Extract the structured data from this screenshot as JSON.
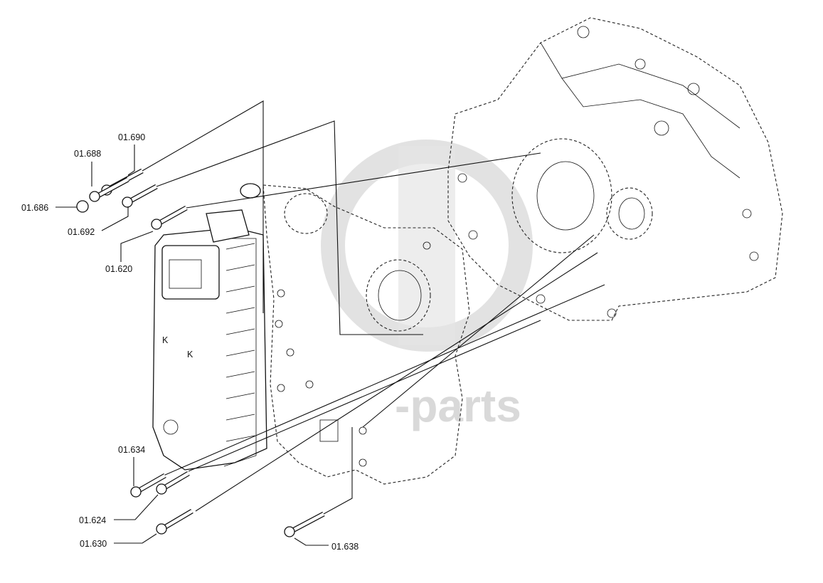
{
  "watermark": {
    "text": "-parts"
  },
  "callouts": [
    {
      "id": "c1",
      "label": "01.690"
    },
    {
      "id": "c2",
      "label": "01.688"
    },
    {
      "id": "c3",
      "label": "01.686"
    },
    {
      "id": "c4",
      "label": "01.692"
    },
    {
      "id": "c5",
      "label": "01.620"
    },
    {
      "id": "c6",
      "label": "01.634"
    },
    {
      "id": "c7",
      "label": "01.624"
    },
    {
      "id": "c8",
      "label": "01.630"
    },
    {
      "id": "c9",
      "label": "01.638"
    }
  ]
}
